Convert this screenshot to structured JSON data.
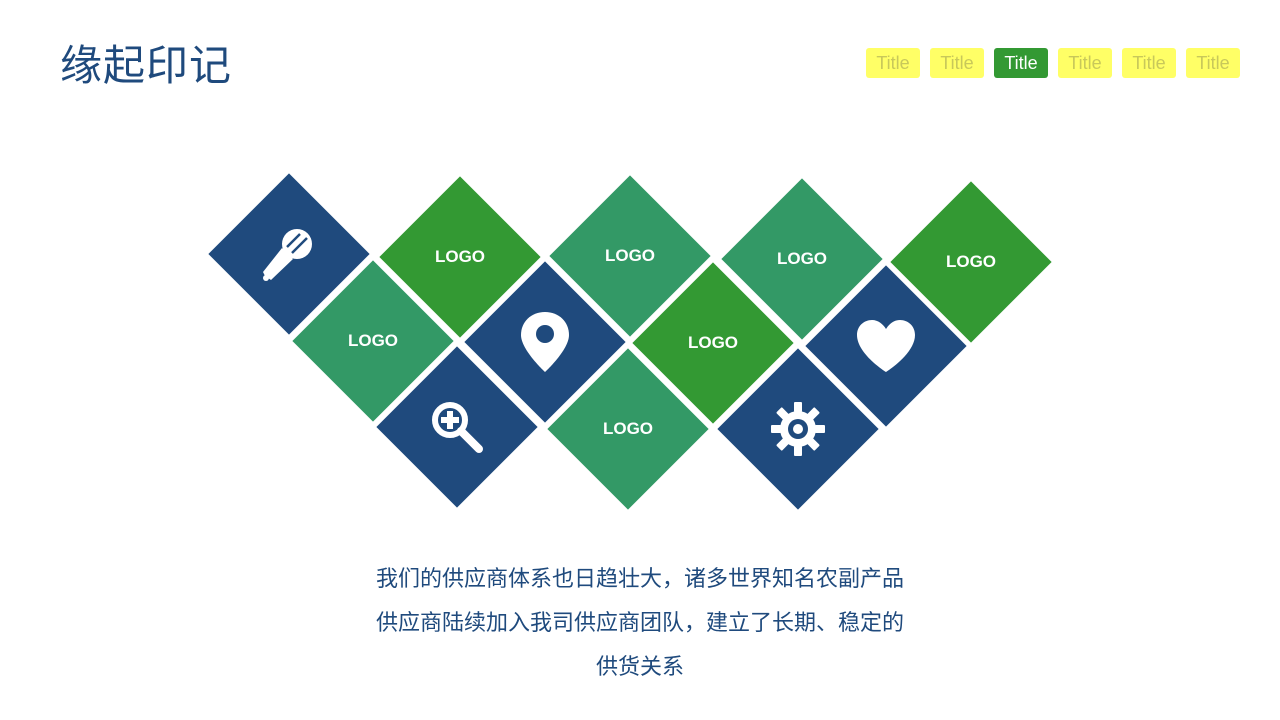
{
  "header": {
    "title": "缘起印记",
    "tabs": [
      {
        "label": "Title",
        "active": false
      },
      {
        "label": "Title",
        "active": false
      },
      {
        "label": "Title",
        "active": true
      },
      {
        "label": "Title",
        "active": false
      },
      {
        "label": "Title",
        "active": false
      },
      {
        "label": "Title",
        "active": false
      }
    ]
  },
  "tiles": {
    "logo_label": "LOGO",
    "icons": [
      "microphone-icon",
      "location-pin-icon",
      "zoom-in-icon",
      "heart-icon",
      "gear-icon"
    ]
  },
  "colors": {
    "navy": "#1f4a7d",
    "green": "#339933",
    "teal": "#339966",
    "tab_inactive": "#ffff66",
    "tab_active": "#339933"
  },
  "description": {
    "line1": "我们的供应商体系也日趋壮大，诸多世界知名农副产品",
    "line2": "供应商陆续加入我司供应商团队，建立了长期、稳定的",
    "line3": "供货关系"
  }
}
